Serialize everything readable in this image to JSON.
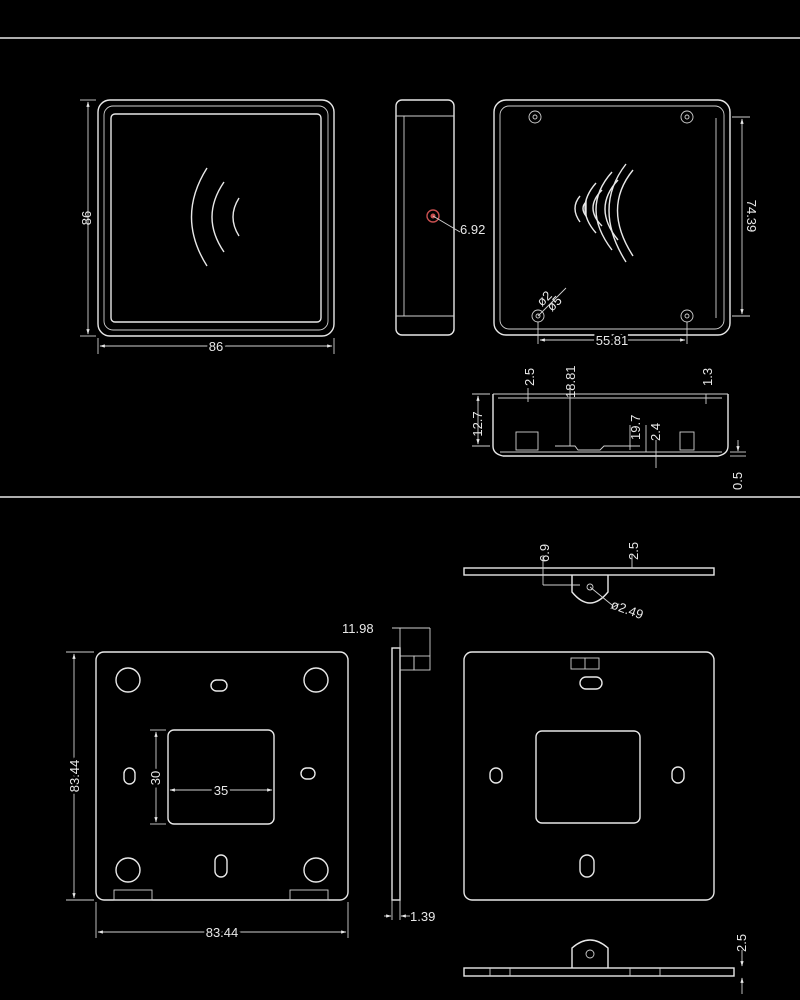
{
  "colors": {
    "background": "#000000",
    "line": "#e8e8e8",
    "hole_accent": "#c85050"
  },
  "top_section": {
    "front_view": {
      "height_label": "86",
      "width_label": "86"
    },
    "side_view": {
      "hole_label": "6.92"
    },
    "back_view": {
      "height_label": "74.39",
      "width_label": "55.81",
      "hole_small_label": "ø2",
      "hole_large_label": "ø5"
    },
    "section_view": {
      "label_2_5": "2.5",
      "label_18_81": "18.81",
      "label_1_3": "1.3",
      "label_12_7": "12.7",
      "label_19_7": "19.7",
      "label_2_4": "2.4",
      "label_0_5": "0.5"
    }
  },
  "bottom_section": {
    "top_edge_view": {
      "label_6_9": "6.9",
      "label_2_5": "2.5",
      "label_hole": "ø2.49"
    },
    "plate_front": {
      "height_label": "83.44",
      "width_label": "83.44",
      "window_h_label": "30",
      "window_w_label": "35"
    },
    "plate_side": {
      "top_label": "11.98",
      "bottom_label": "1.39"
    },
    "bottom_edge_view": {
      "label_2_5": "2.5"
    }
  }
}
